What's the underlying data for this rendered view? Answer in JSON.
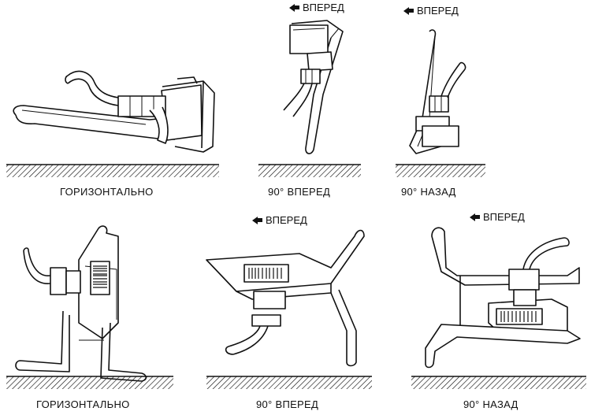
{
  "panels": [
    {
      "id": "top-horizontal",
      "caption": "ГОРИЗОНТАЛЬНО",
      "direction": ""
    },
    {
      "id": "top-90-forward",
      "caption": "90°  ВПЕРЕД",
      "direction": "ВПЕРЕД"
    },
    {
      "id": "top-90-back",
      "caption": "90°  НАЗАД",
      "direction": "ВПЕРЕД"
    },
    {
      "id": "bottom-horizontal",
      "caption": "ГОРИЗОНТАЛЬНО",
      "direction": ""
    },
    {
      "id": "bottom-90-forward",
      "caption": "90°  ВПЕРЕД",
      "direction": "ВПЕРЕД"
    },
    {
      "id": "bottom-90-back",
      "caption": "90°  НАЗАД",
      "direction": "ВПЕРЕД"
    }
  ],
  "colors": {
    "ink": "#111111",
    "paper": "#ffffff"
  },
  "icons": {
    "direction": "arrow-left-icon"
  }
}
